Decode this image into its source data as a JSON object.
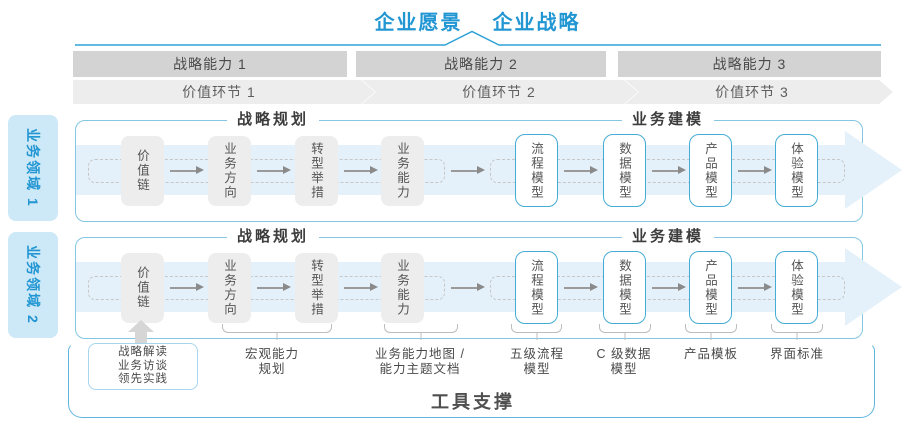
{
  "header": {
    "vision": "企业愿景",
    "strategy": "企业战略"
  },
  "capabilities": [
    "战略能力 1",
    "战略能力 2",
    "战略能力 3"
  ],
  "value_links": [
    "价值环节 1",
    "价值环节 2",
    "价值环节 3"
  ],
  "domains": [
    "业务领域 1",
    "业务领域 2"
  ],
  "row": {
    "planning_title": "战略规划",
    "modeling_title": "业务建模",
    "planning_boxes": [
      "价值链",
      "业务方向",
      "转型举措",
      "业务能力"
    ],
    "modeling_boxes": [
      "流程模型",
      "数据模型",
      "产品模型",
      "体验模型"
    ]
  },
  "annotations": {
    "practice_box": [
      "战略解读",
      "业务访谈",
      "领先实践"
    ],
    "labels": [
      [
        "宏观能力",
        "规划"
      ],
      [
        "业务能力地图 /",
        "能力主题文档"
      ],
      [
        "五级流程",
        "模型"
      ],
      [
        "C 级数据",
        "模型"
      ],
      [
        "产品模板"
      ],
      [
        "界面标准"
      ]
    ],
    "tool_support": "工具支撑"
  },
  "colors": {
    "accent_blue": "#2196d3",
    "frame_blue": "#85c6e2",
    "band_blue": "#e4f1fa",
    "box_border_blue": "#45acd5",
    "gray_bar": "#d3d3d3",
    "light_gray": "#ededed"
  }
}
